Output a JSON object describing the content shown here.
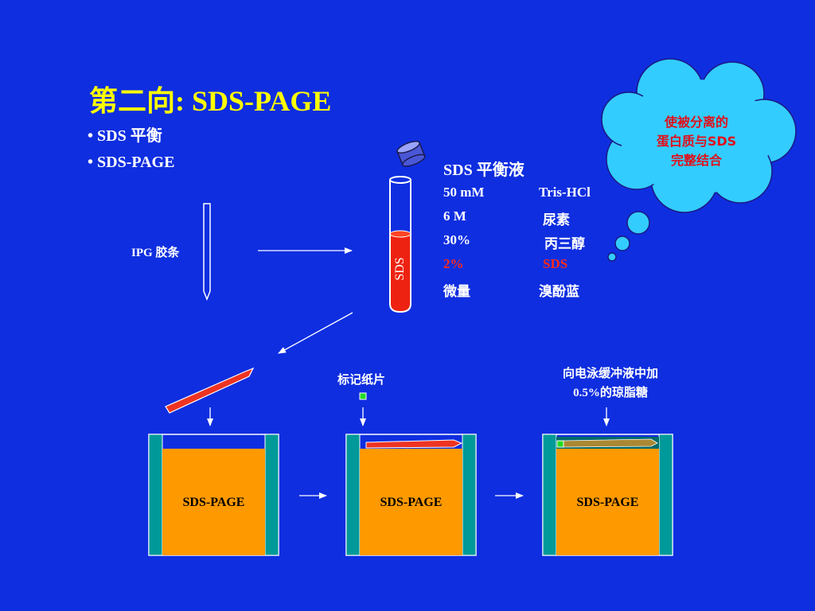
{
  "title": "第二向: SDS-PAGE",
  "bullets": [
    "• SDS 平衡",
    "• SDS-PAGE"
  ],
  "ipg_label": "IPG 胶条",
  "tube_label": "SDS",
  "solution": {
    "heading": "SDS 平衡液",
    "rows": [
      {
        "amount": "50 mM",
        "substance": "Tris-HCl",
        "highlight": false
      },
      {
        "amount": "6 M",
        "substance": "尿素",
        "highlight": false
      },
      {
        "amount": "30%",
        "substance": "丙三醇",
        "highlight": false
      },
      {
        "amount": "2%",
        "substance": "SDS",
        "highlight": true
      },
      {
        "amount": "微量",
        "substance": "溴酚蓝",
        "highlight": false
      }
    ]
  },
  "cloud_lines": [
    "使被分离的",
    "蛋白质与SDS",
    "完整结合"
  ],
  "marker_label": "标记纸片",
  "agarose_lines": [
    "向电泳缓冲液中加",
    "0.5%的琼脂糖"
  ],
  "gels": [
    "SDS-PAGE",
    "SDS-PAGE",
    "SDS-PAGE"
  ],
  "colors": {
    "background": "#0f2ee0",
    "title": "#ffff00",
    "gel_fill": "#ff9900",
    "gel_side": "#009999",
    "strip": "#ee3322",
    "cloud": "#33ccff",
    "highlight": "#ff2a1a",
    "marker": "#22dd22"
  }
}
